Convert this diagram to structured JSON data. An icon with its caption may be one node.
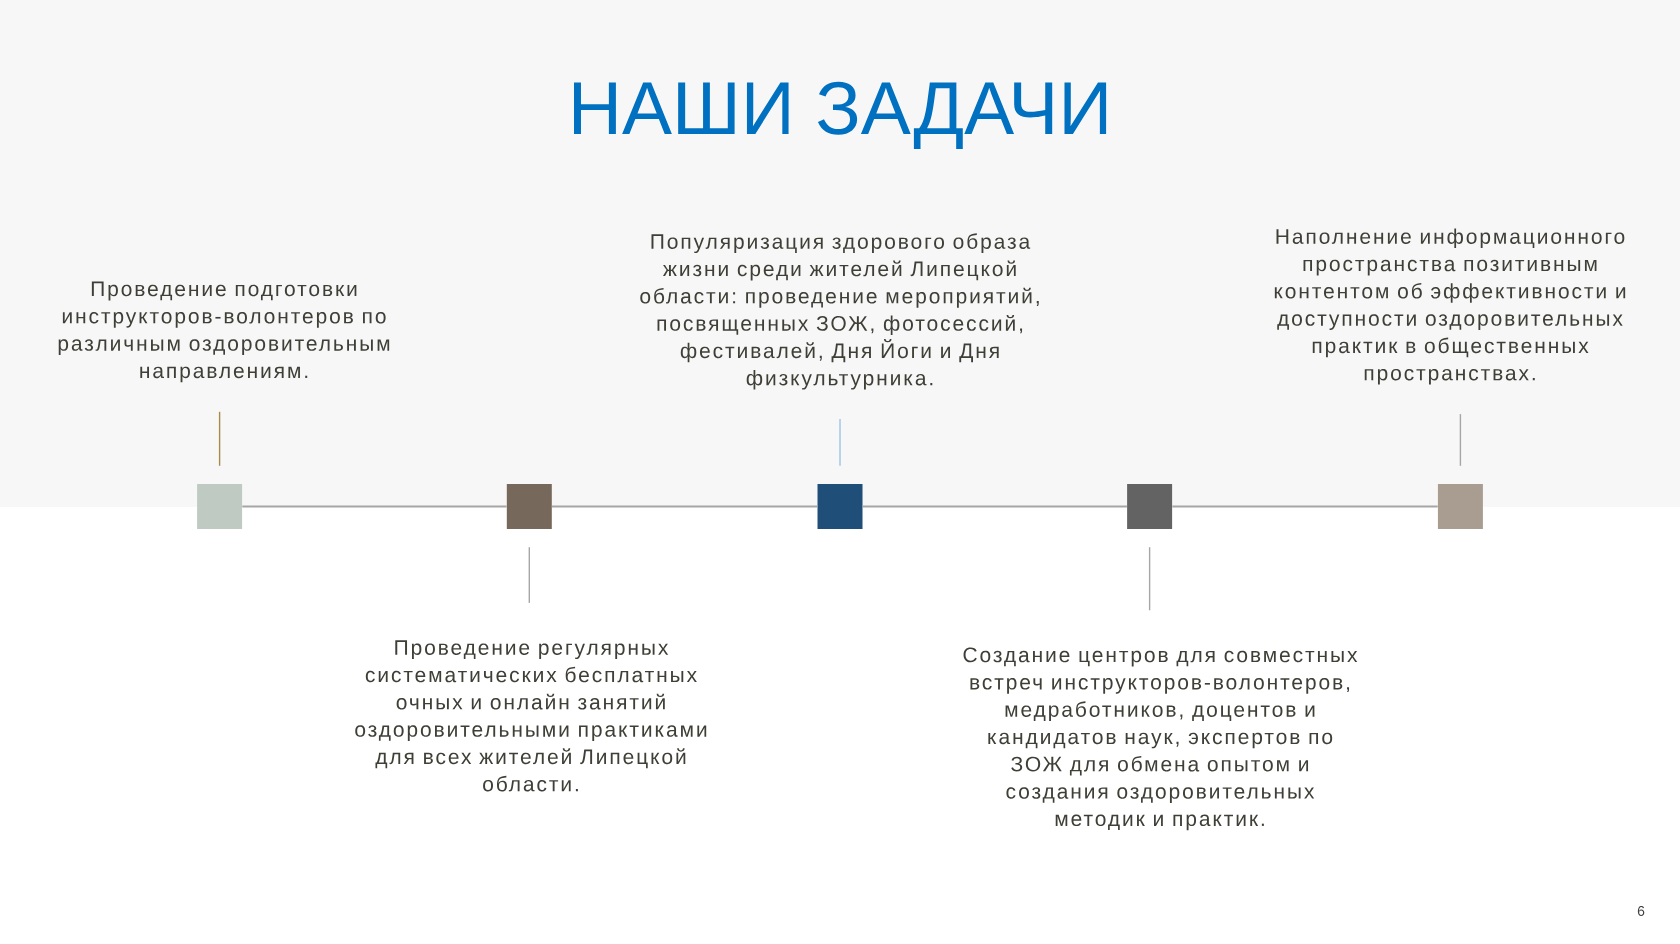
{
  "diagram": {
    "title": "НАШИ ЗАДАЧИ",
    "nodes": [
      {
        "text": [
          "Проведение подготовки инструкторов-волонтеров по различным оздоровительным направлениям."
        ]
      },
      {
        "text": [
          "Проведение регулярных систематических бесплатных очных и онлайн занятий оздоровительными практиками для всех жителей Липецкой области."
        ]
      },
      {
        "text": [
          "Популяризация здорового образа жизни среди жителей Липецкой области: проведение мероприятий, посвященных ЗОЖ, фотосессий, фестивалей, Дня Йоги и Дня физкультурника."
        ]
      },
      {
        "text": [
          "Создание центров для совместных встреч инструкторов-волонтеров, медработников, доцентов и кандидатов наук, экспертов по ЗОЖ для обмена опытом и создания оздоровительных методик и практик."
        ]
      },
      {
        "text": [
          "Наполнение информационного пространства позитивным контентом об эффективности и доступности оздоровительных практик в общественных пространствах."
        ]
      },
      {
        "text": [],
        "shape": "box"
      },
      {
        "text": [],
        "shape": "box"
      },
      {
        "text": [],
        "shape": "box"
      },
      {
        "text": [],
        "shape": "box"
      },
      {
        "text": [],
        "shape": "box"
      }
    ],
    "edges": [
      {
        "from": 0,
        "to": 5,
        "arrow": "none",
        "color": "#a88b4a"
      },
      {
        "from": 1,
        "to": 6,
        "arrow": "none"
      },
      {
        "from": 2,
        "to": 7,
        "arrow": "none",
        "color": "#9dc3e6"
      },
      {
        "from": 3,
        "to": 8,
        "arrow": "none"
      },
      {
        "from": 4,
        "to": 9,
        "arrow": "none"
      },
      {
        "from": 5,
        "to": 6,
        "arrow": "none"
      },
      {
        "from": 6,
        "to": 7,
        "arrow": "none"
      },
      {
        "from": 7,
        "to": 8,
        "arrow": "none"
      },
      {
        "from": 8,
        "to": 9,
        "arrow": "none"
      }
    ],
    "labels": [
      "6"
    ]
  }
}
